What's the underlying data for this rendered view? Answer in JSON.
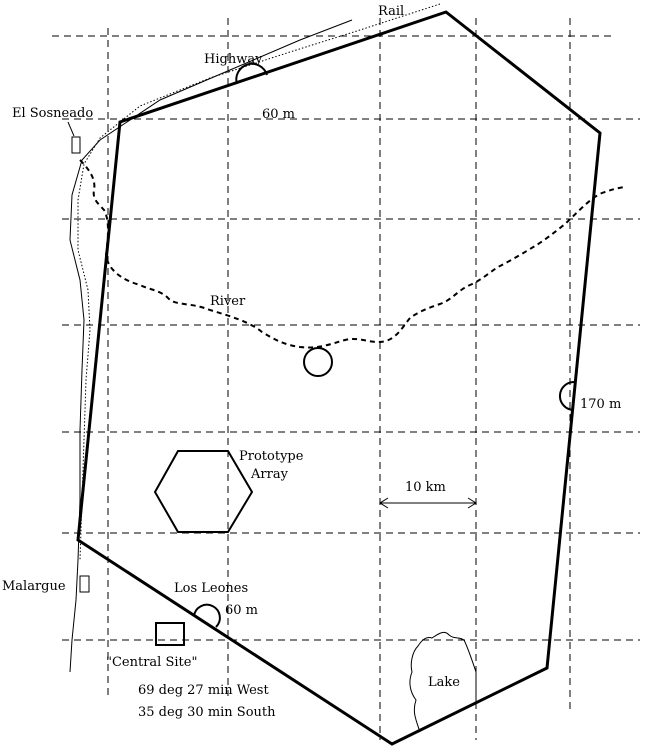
{
  "labels": {
    "rail": "Rail",
    "highway": "Highway",
    "station_north_size": "60 m",
    "el_sosneado": "El Sosneado",
    "river": "River",
    "station_east_size": "170 m",
    "prototype_line1": "Prototype",
    "prototype_line2": "Array",
    "scale": "10 km",
    "malargue": "Malargue",
    "los_leones": "Los Leones",
    "station_south_size": "60 m",
    "central_site": "\"Central Site\"",
    "lake": "Lake",
    "coord_west": "69 deg 27 min West",
    "coord_south": "35 deg 30 min South"
  },
  "icons": {
    "town_marker": "rectangle-icon",
    "detector_station": "circle-icon",
    "central_site_marker": "square-icon",
    "prototype_array": "hexagon-icon"
  }
}
